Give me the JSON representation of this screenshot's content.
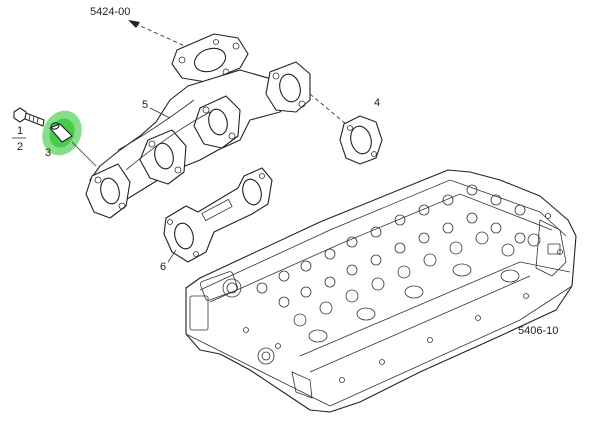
{
  "diagram": {
    "ref_exhaust_system": "5424-00",
    "ref_cylinder_head": "5406-10",
    "callouts": {
      "screw": "1",
      "screw_alt": "2",
      "spacer": "3",
      "gasket_end": "4",
      "exhaust_manifold": "5",
      "gasket_manifold": "6"
    },
    "highlight_color": "#22c22a",
    "line_color": "#222222"
  }
}
